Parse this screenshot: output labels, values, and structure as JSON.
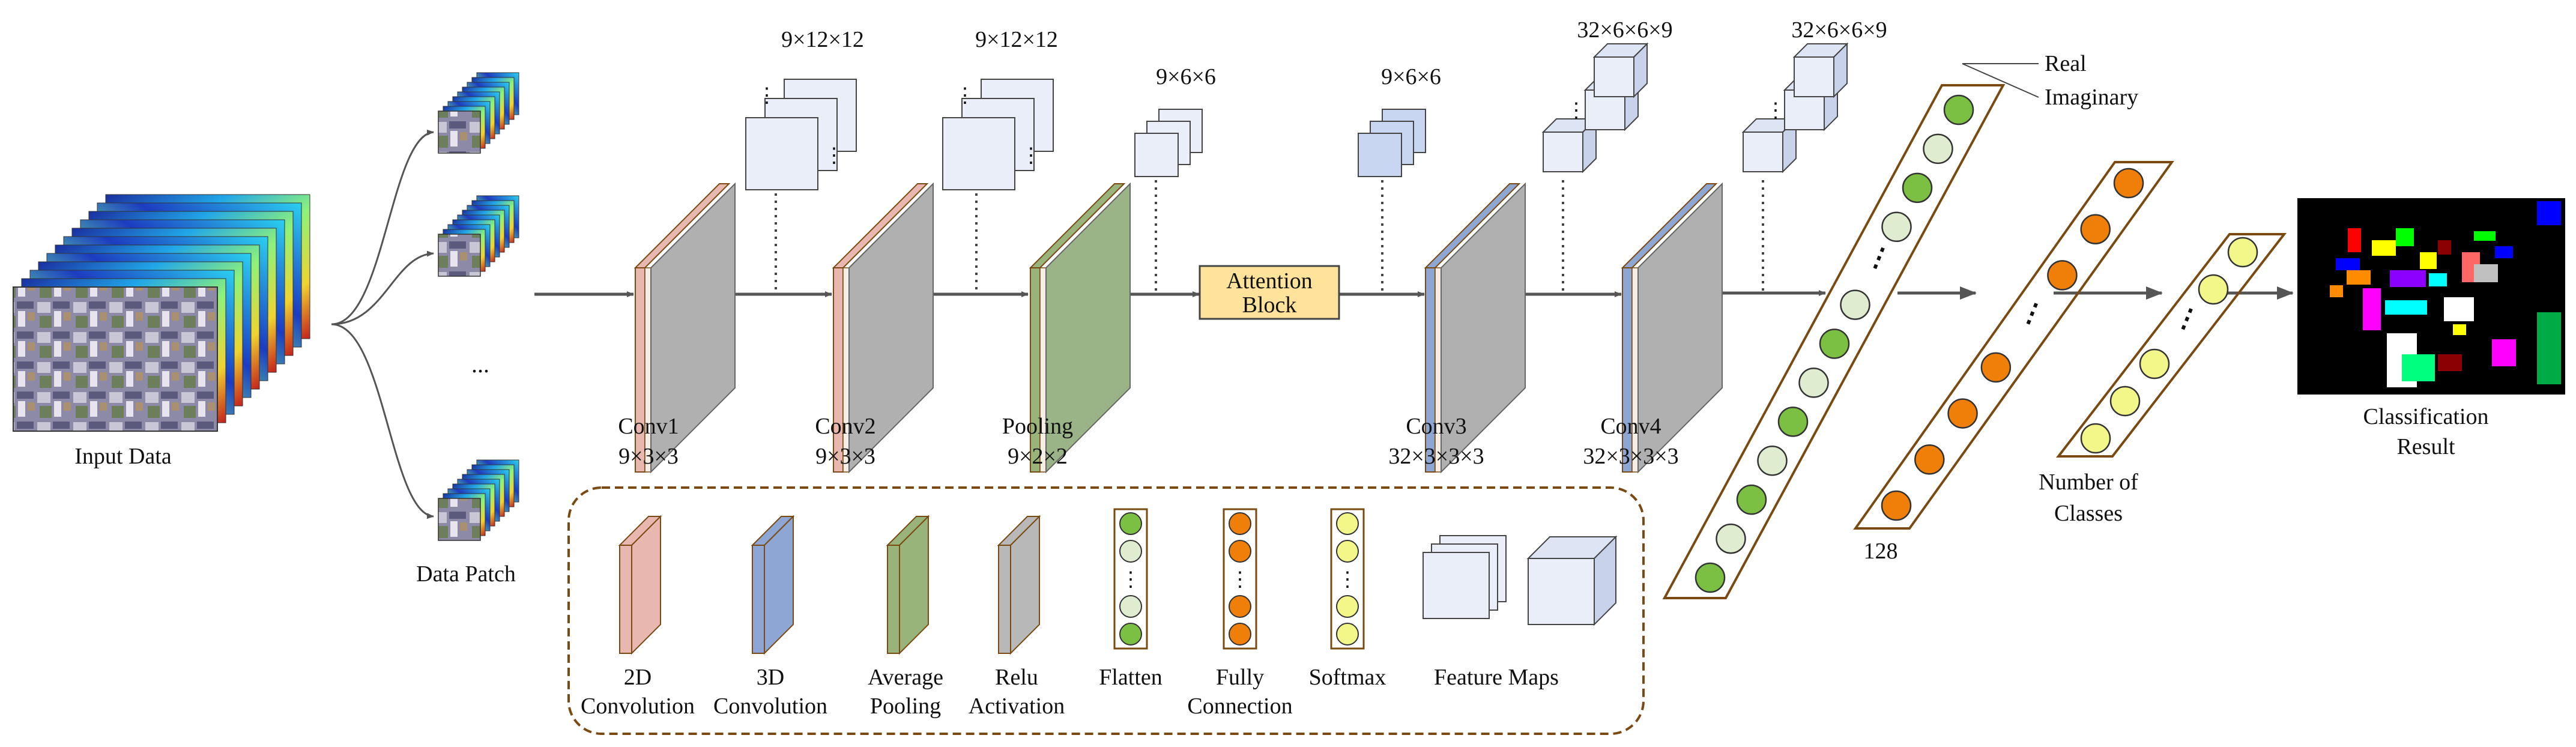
{
  "labels": {
    "input_data": "Input Data",
    "data_patch": "Data Patch",
    "ellipsis": "...",
    "conv1": "Conv1",
    "conv1_size": "9×3×3",
    "conv2": "Conv2",
    "conv2_size": "9×3×3",
    "pooling": "Pooling",
    "pooling_size": "9×2×2",
    "attention_line1": "Attention",
    "attention_line2": "Block",
    "conv3": "Conv3",
    "conv3_size": "32×3×3×3",
    "conv4": "Conv4",
    "conv4_size": "32×3×3×3",
    "fm1": "9×12×12",
    "fm2": "9×12×12",
    "fm3": "9×6×6",
    "fm4": "9×6×6",
    "fm5": "32×6×6×9",
    "fm6": "32×6×6×9",
    "real": "Real",
    "imaginary": "Imaginary",
    "flatten_size": "128",
    "classes_line1": "Number of",
    "classes_line2": "Classes",
    "result_line1": "Classification",
    "result_line2": "Result"
  },
  "legend": {
    "conv2d": [
      "2D",
      "Convolution"
    ],
    "conv3d": [
      "3D",
      "Convolution"
    ],
    "avgpool": [
      "Average",
      "Pooling"
    ],
    "relu": [
      "Relu",
      "Activation"
    ],
    "flatten": [
      "Flatten"
    ],
    "fully": [
      "Fully",
      "Connection"
    ],
    "softmax": [
      "Softmax"
    ],
    "feature_maps": [
      "Feature Maps"
    ]
  },
  "colors": {
    "conv2d": "#e8b8b0",
    "conv3d": "#8ea6d4",
    "avgpool": "#98b47a",
    "relu": "#b8b8b8",
    "attention": "#ffe39a",
    "flatten_green": "#7cc043",
    "flatten_light": "#dfeccf",
    "fully_orange": "#f07f0a",
    "softmax_yellow": "#f3f78a",
    "feature_map": "#e9eef9",
    "outline_brown": "#7a4a12"
  }
}
